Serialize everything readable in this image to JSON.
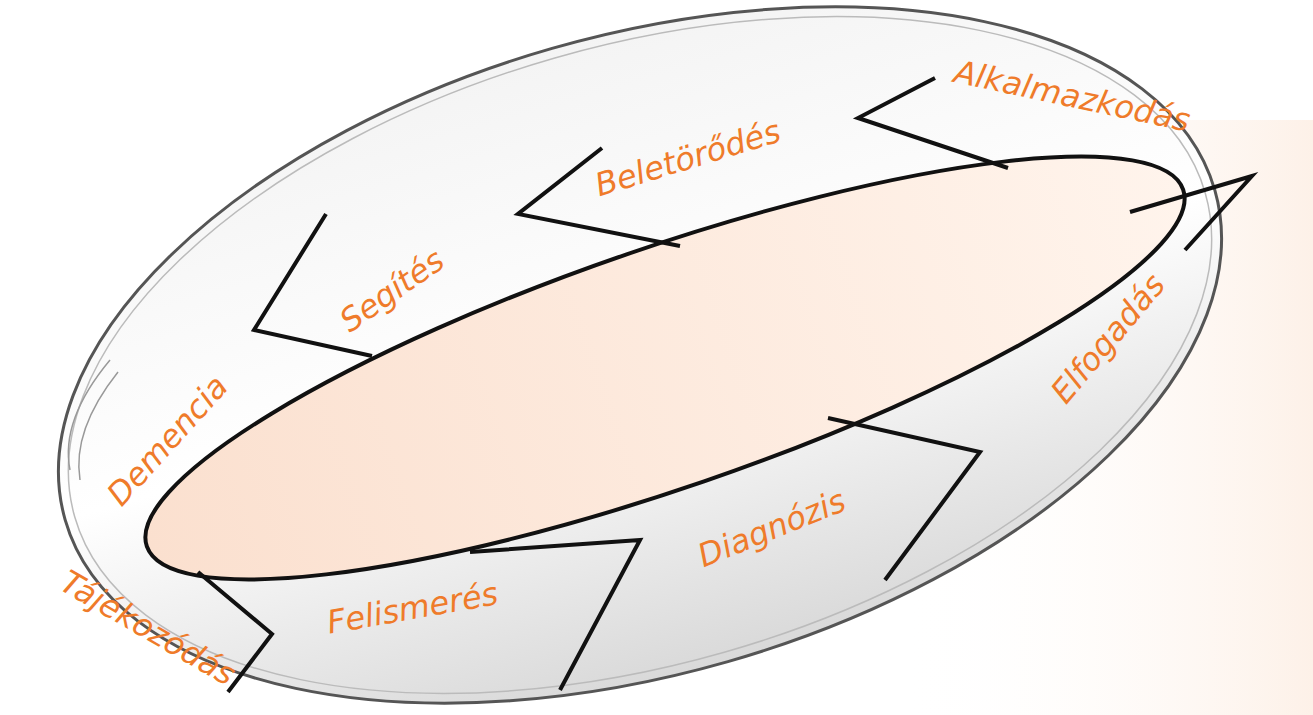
{
  "diagram": {
    "nodes": [
      {
        "text": [
          "Tájékozódás"
        ]
      },
      {
        "text": [
          "Felismerés"
        ]
      },
      {
        "text": [
          "Diagnózis"
        ]
      },
      {
        "text": [
          "Elfogadás"
        ]
      },
      {
        "text": [
          "Alkalmazkodás"
        ]
      },
      {
        "text": [
          "Beletörődés"
        ]
      },
      {
        "text": [
          "Segítés"
        ]
      },
      {
        "text": [
          "Demencia"
        ]
      }
    ]
  }
}
